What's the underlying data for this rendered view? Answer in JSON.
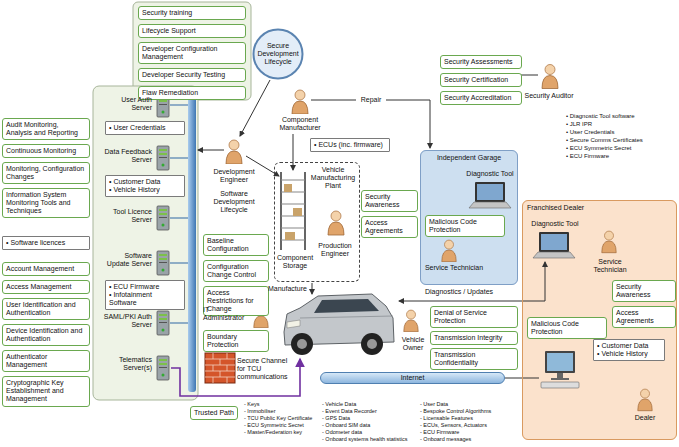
{
  "diagram": {
    "nodes": [
      {
        "text": [
          "Security training"
        ]
      },
      {
        "text": [
          "Lifecycle Support"
        ]
      },
      {
        "text": [
          "Developer Configuration Management"
        ]
      },
      {
        "text": [
          "Developer Security Testing"
        ]
      },
      {
        "text": [
          "Flaw Remediation"
        ]
      },
      {
        "text": [
          "Secure Development Lifecycle"
        ]
      },
      {
        "text": [
          "Audit Monitoring, Analysis and Reporting"
        ]
      },
      {
        "text": [
          "Continuous Monitoring"
        ]
      },
      {
        "text": [
          "Monitoring, Configuration Changes"
        ]
      },
      {
        "text": [
          "Information System Monitoring Tools and Techniques"
        ]
      },
      {
        "text": [
          "• User Credentials"
        ]
      },
      {
        "text": [
          "• Customer Data",
          "• Vehicle History"
        ]
      },
      {
        "text": [
          "• Software licences"
        ]
      },
      {
        "text": [
          "Account Management"
        ]
      },
      {
        "text": [
          "Access Management"
        ]
      },
      {
        "text": [
          "User Identification and Authentication"
        ]
      },
      {
        "text": [
          "Device Identification and Authentication"
        ]
      },
      {
        "text": [
          "Authenticator Management"
        ]
      },
      {
        "text": [
          "Cryptographic Key Establishment and Management"
        ]
      },
      {
        "text": [
          "• ECU Firmware",
          "• Infotainment Software"
        ]
      },
      {
        "text": [
          "Baseline Configuration"
        ]
      },
      {
        "text": [
          "Configuration Change Control"
        ]
      },
      {
        "text": [
          "Access Restrictions for Change"
        ]
      },
      {
        "text": [
          "Boundary Protection"
        ]
      },
      {
        "text": [
          "Trusted Path"
        ]
      },
      {
        "text": [
          "• ECUs (inc. firmware)"
        ]
      },
      {
        "text": [
          "Vehicle Manufacturing Plant",
          "Component Storage",
          "Production Engineer"
        ]
      },
      {
        "text": [
          "Security Awareness"
        ]
      },
      {
        "text": [
          "Access Agreements"
        ]
      },
      {
        "text": [
          "Independent Garage",
          "Diagnostic Tool",
          "Service Technician"
        ]
      },
      {
        "text": [
          "Malicious Code Protection"
        ],
        "in": 29
      },
      {
        "text": [
          "Security Assessments"
        ]
      },
      {
        "text": [
          "Security Certification"
        ]
      },
      {
        "text": [
          "Security Accreditation"
        ]
      },
      {
        "text": [
          "Franchised Dealer",
          "Diagnostic Tool",
          "Service Technician",
          "Dealer"
        ]
      },
      {
        "text": [
          "Security Awareness"
        ],
        "in": 34
      },
      {
        "text": [
          "Access Agreements"
        ],
        "in": 34
      },
      {
        "text": [
          "Malicious Code Protection"
        ],
        "in": 34
      },
      {
        "text": [
          "• Customer Data",
          "• Vehicle History"
        ],
        "in": 34
      },
      {
        "text": [
          "Denial of Service Protection"
        ]
      },
      {
        "text": [
          "Transmission Integrity"
        ]
      },
      {
        "text": [
          "Transmission Confidentiality"
        ]
      },
      {
        "text": [
          "Internet"
        ]
      }
    ],
    "edges": [
      {
        "from": 42,
        "to": 34,
        "arrow": "none"
      }
    ],
    "labels": [
      "User Auth Server",
      "Data Feedback Server",
      "Tool Licence Server",
      "Software Update Server",
      "SAML/PKI Auth Server",
      "Telematics Server(s)",
      "Development Engineer",
      "Software Development Lifecycle",
      "IT Administrator",
      "Component Manufacturer",
      "Repair",
      "Manufacture",
      "Secure Channel for TCU communications",
      "Vehicle Owner",
      "Diagnostics / Updates",
      "Security Auditor",
      "• Diagnostic Tool software",
      "• JLR IPR",
      "• User Credentials",
      "• Secure Comms Certificates",
      "• ECU Symmetric Secret",
      "• ECU Firmware",
      "- Keys",
      "- Immobiliser",
      "- TCU Public Key Certificate",
      "- ECU Symmetric Secret",
      "- Master/Federation key",
      "- Vehicle Data",
      "- Event Data Recorder",
      "- GPS Data",
      "- Onboard SIM data",
      "- Odometer data",
      "- Onboard systems health statistics",
      "- User Data",
      "- Bespoke Control Algorithms",
      "- Licensable Features",
      "- ECUs, Sensors, Actuators",
      "- ECU Firmware",
      "- Onboard messages"
    ]
  }
}
